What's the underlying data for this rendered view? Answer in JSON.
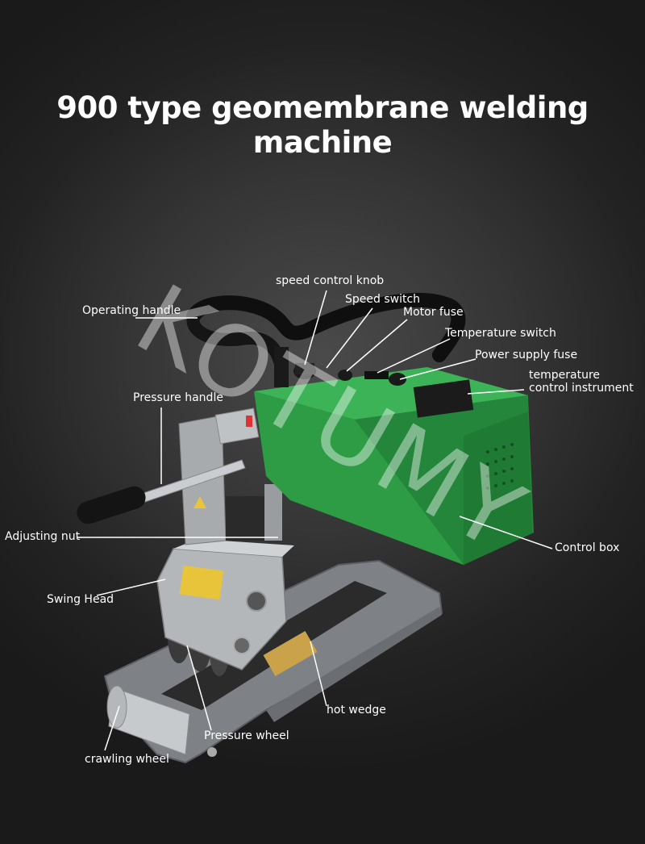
{
  "title": "900 type geomembrane welding machine",
  "watermark": "KOTUMY",
  "labels": {
    "speed_control_knob": "speed control knob",
    "operating_handle": "Operating handle",
    "speed_switch": "Speed switch",
    "motor_fuse": "Motor fuse",
    "temperature_switch": "Temperature switch",
    "power_supply_fuse": "Power supply fuse",
    "temperature_control_1": "temperature",
    "temperature_control_2": "control instrument",
    "pressure_handle": "Pressure handle",
    "adjusting_nut": "Adjusting nut",
    "control_box": "Control box",
    "swing_head": "Swing Head",
    "hot_wedge": "hot wedge",
    "pressure_wheel": "Pressure wheel",
    "crawling_wheel": "crawling wheel"
  },
  "colors": {
    "control_box": "#2e9b45",
    "frame": "#8d9196",
    "handle": "#111111"
  }
}
